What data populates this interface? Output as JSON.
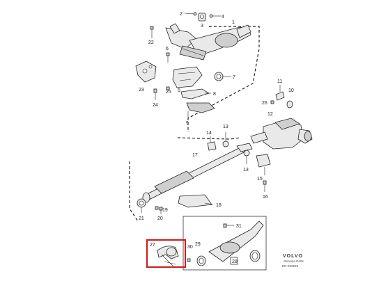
{
  "callouts": {
    "c1": "1",
    "c2": "2",
    "c3": "3",
    "c4": "4",
    "c5": "5",
    "c6": "6",
    "c7": "7",
    "c8": "8",
    "c9": "9",
    "c10": "10",
    "c11": "11",
    "c12": "12",
    "c13a": "13",
    "c13b": "13",
    "c14": "14",
    "c15": "15",
    "c16": "16",
    "c17": "17",
    "c18": "18",
    "c19": "19",
    "c20": "20",
    "c21": "21",
    "c22": "22",
    "c23": "23",
    "c24": "24",
    "c25": "25",
    "c26": "26",
    "c27": "27",
    "c28": "28",
    "c29": "29",
    "c30": "30",
    "c31": "31"
  },
  "branding": {
    "logo": "VOLVO",
    "subtitle": "Genuine Parts",
    "ref": "DR-262593"
  },
  "highlight_color": "#d11a1a"
}
